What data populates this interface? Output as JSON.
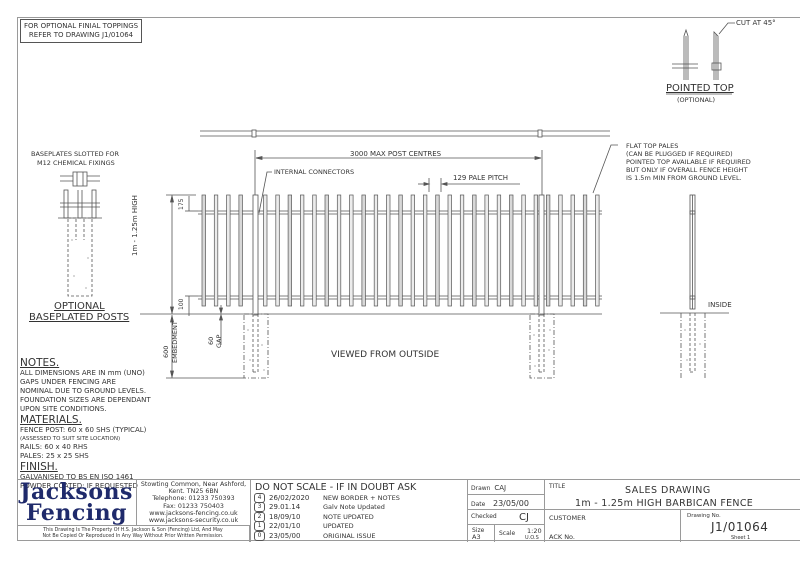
{
  "top_note": {
    "line1": "FOR OPTIONAL FINIAL TOPPINGS",
    "line2": "REFER TO DRAWING J1/01064"
  },
  "pointed_top": {
    "cut_label": "CUT AT 45°",
    "title": "POINTED TOP",
    "subtitle": "(OPTIONAL)"
  },
  "baseplate": {
    "note1": "BASEPLATES SLOTTED FOR",
    "note2": "M12 CHEMICAL FIXINGS",
    "title1": "OPTIONAL",
    "title2": "BASEPLATED POSTS"
  },
  "elevation": {
    "post_centres": "3000 MAX POST CENTRES",
    "internal_connectors": "INTERNAL CONNECTORS",
    "pale_pitch": "129 PALE PITCH",
    "height": "1m - 1.25m HIGH",
    "top_dim": "175",
    "bottom_dim": "100",
    "gap_value": "60",
    "gap_label": "GAP",
    "embed_value": "600",
    "embed_label": "EMBEDMENT",
    "view_label": "VIEWED FROM OUTSIDE"
  },
  "flat_top_note": {
    "l1": "FLAT TOP PALES",
    "l2": "(CAN BE PLUGGED IF REQUIRED)",
    "l3": "POINTED TOP AVAILABLE IF REQUIRED",
    "l4": "BUT ONLY IF OVERALL FENCE HEIGHT",
    "l5": "IS 1.5m MIN FROM GROUND LEVEL."
  },
  "side_view": {
    "inside_label": "INSIDE"
  },
  "notes": {
    "heading": "NOTES.",
    "lines": [
      "ALL DIMENSIONS ARE IN mm (UNO)",
      "GAPS UNDER FENCING ARE",
      "NOMINAL DUE TO GROUND LEVELS.",
      "FOUNDATION SIZES ARE DEPENDANT",
      "UPON SITE CONDITIONS."
    ],
    "materials_heading": "MATERIALS.",
    "materials": {
      "post": "FENCE POST: 60 x 60 SHS (TYPICAL)",
      "assessed": "(ASSESSED TO SUIT SITE LOCATION)",
      "rails": "RAILS: 60 x 40 RHS",
      "pales": "PALES: 25 x 25 SHS"
    },
    "finish_heading": "FINISH.",
    "finish": [
      "GALVANISED TO BS EN ISO 1461",
      "POWDER COATED: IF REQUESTED"
    ]
  },
  "title_block": {
    "logo_line1": "Jacksons",
    "logo_line2": "Fencing",
    "address": [
      "Stowting Common, Near Ashford,",
      "Kent. TN25 6BN",
      "Telephone: 01233 750393",
      "Fax: 01233 750403",
      "www.jacksons-fencing.co.uk",
      "www.jacksons-security.co.uk"
    ],
    "property_notice_1": "This Drawing Is The Property Of H.S. Jackson & Son (Fencing) Ltd, And May",
    "property_notice_2": "Not Be Copied Or Reproduced In Any Way Without Prior Written Permission.",
    "do_not_scale": "DO NOT SCALE - IF IN DOUBT ASK",
    "revisions": [
      {
        "rev": "4",
        "date": "26/02/2020",
        "desc": "NEW BORDER + NOTES"
      },
      {
        "rev": "3",
        "date": "29.01.14",
        "desc": "Galv Note Updated"
      },
      {
        "rev": "2",
        "date": "18/09/10",
        "desc": "NOTE UPDATED"
      },
      {
        "rev": "1",
        "date": "22/01/10",
        "desc": "UPDATED"
      },
      {
        "rev": "0",
        "date": "23/05/00",
        "desc": "ORIGINAL ISSUE"
      }
    ],
    "drawn_label": "Drawn",
    "drawn_value": "CAJ",
    "date_label": "Date",
    "date_value": "23/05/00",
    "checked_label": "Checked",
    "checked_value": "CJ",
    "size_label": "Size",
    "size_value": "A3",
    "scale_label": "Scale",
    "scale_value": "1:20",
    "scale_uos": "U.O.S",
    "title_label": "TITLE",
    "title_line1": "SALES DRAWING",
    "title_line2": "1m - 1.25m HIGH BARBICAN FENCE",
    "customer_label": "CUSTOMER",
    "ack_label": "ACK No.",
    "drawing_no_label": "Drawing No.",
    "drawing_no": "J1/01064",
    "sheet": "Sheet 1"
  },
  "colors": {
    "line": "#555555",
    "border": "#9a9a9a",
    "logo": "#1f2a6b"
  }
}
